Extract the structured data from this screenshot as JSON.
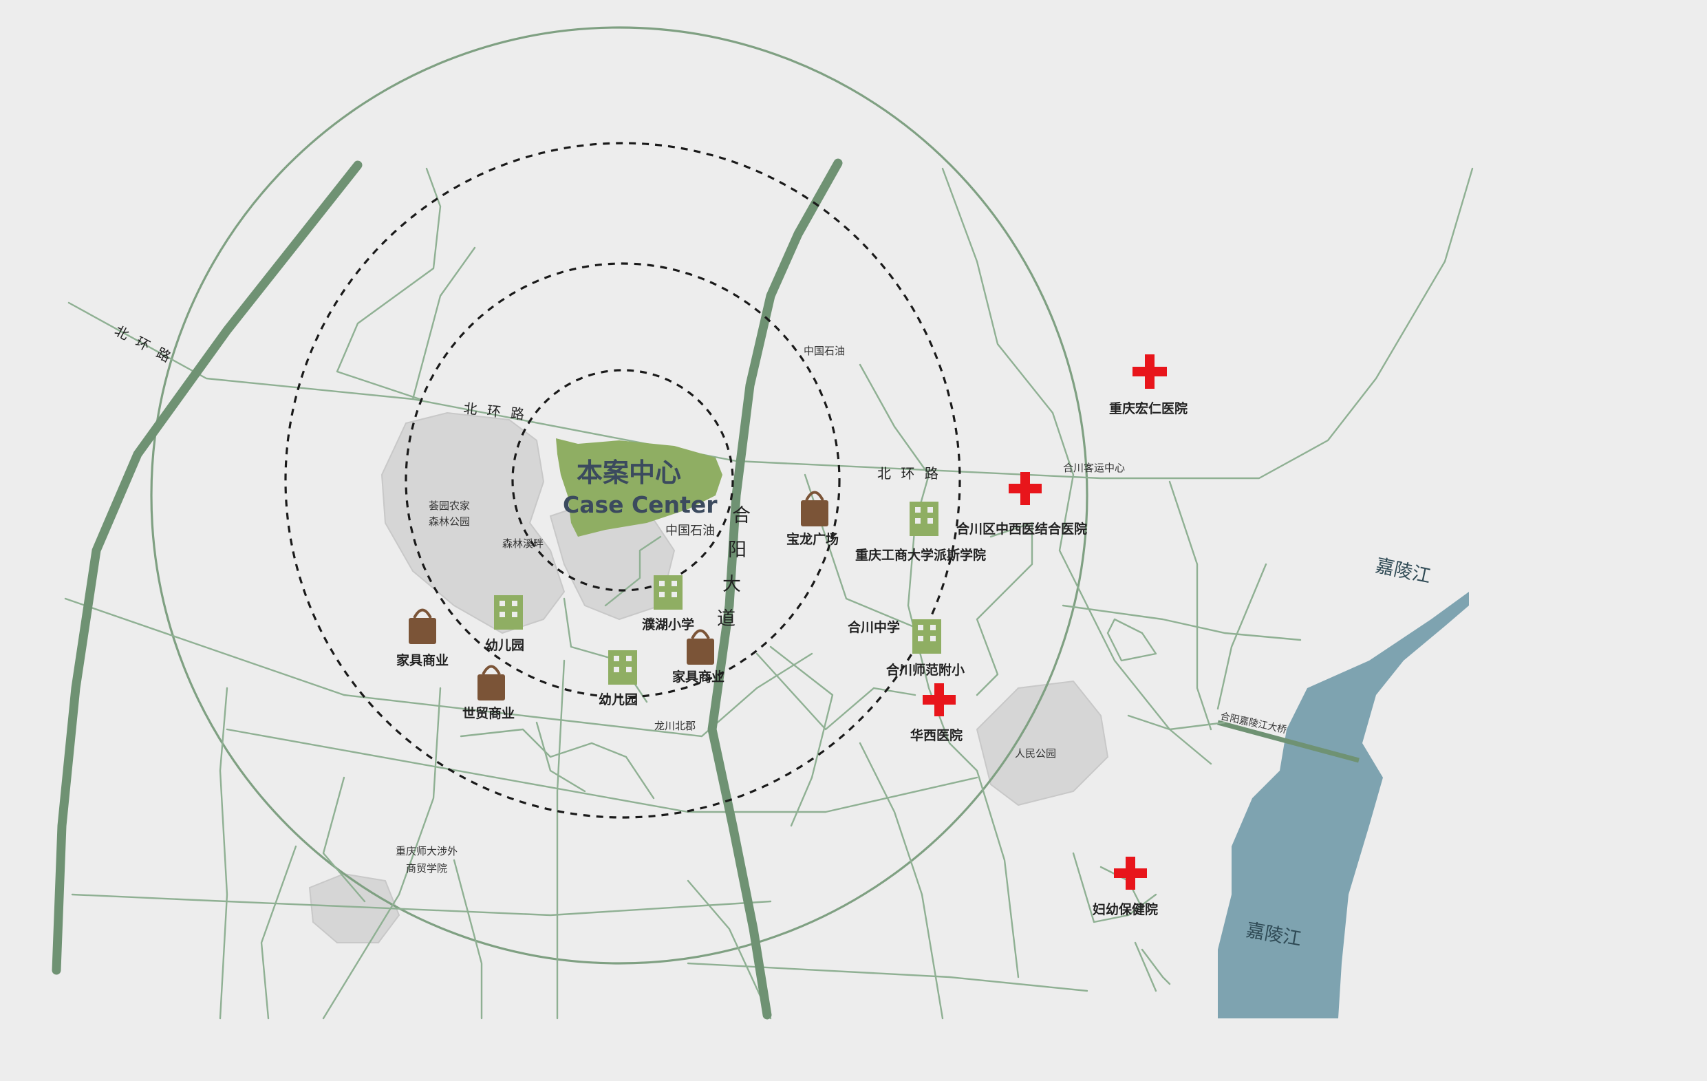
{
  "project": {
    "name_cn": "本案中心",
    "name_en": "Case Center"
  },
  "roads": {
    "north_ring_1": "北 环 路",
    "north_ring_2": "北 环 路",
    "north_ring_3": "北 环 路",
    "heyang_avenue": [
      "合",
      "阳",
      "大",
      "道"
    ]
  },
  "rivers": {
    "jialing_north": "嘉陵江",
    "jialing_south": "嘉陵江"
  },
  "bridge": "合阳嘉陵江大桥",
  "hospitals": [
    {
      "label": "重庆宏仁医院"
    },
    {
      "label": "合川区中西医结合医院"
    },
    {
      "label": "华西医院"
    },
    {
      "label": "妇幼保健院"
    }
  ],
  "schools": [
    {
      "label": "幼儿园"
    },
    {
      "label": "濮湖小学"
    },
    {
      "label": "幼儿园"
    },
    {
      "label": "重庆工商大学派斯学院"
    },
    {
      "label": "合川中学"
    },
    {
      "label": "合川师范附小"
    }
  ],
  "shopping": [
    {
      "label": "家具商业"
    },
    {
      "label": "世贸商业"
    },
    {
      "label": "家具商业"
    },
    {
      "label": "宝龙广场"
    }
  ],
  "small_labels": {
    "petro_1": "中国石油",
    "petro_2": "中国石油",
    "park_line1": "荟园农家",
    "park_line2": "森林公园",
    "forest_stream": "森林溪畔",
    "bus_center": "合川客运中心",
    "longchuan": "龙川北郡",
    "peoples_park": "人民公园",
    "college_line1": "重庆师大涉外",
    "college_line2": "商贸学院"
  },
  "colors": {
    "road": "#7fa082",
    "river": "#7ea3b0",
    "hospital": "#e8151b",
    "school": "#8fae63",
    "shop": "#7b5437",
    "center_fill": "#8fae63"
  },
  "icons": {
    "hospital": "red-cross-icon",
    "school": "building-icon",
    "shopping": "shopping-bag-icon"
  }
}
